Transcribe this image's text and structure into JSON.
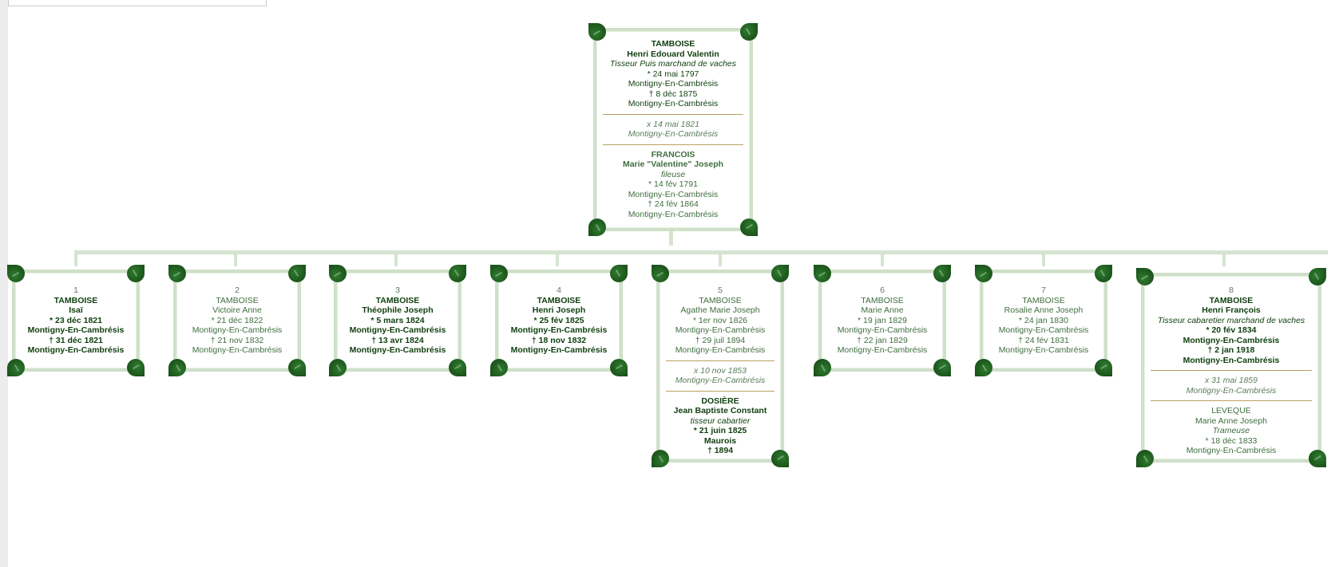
{
  "parents": {
    "husband": {
      "surname": "TAMBOISE",
      "given": "Henri Edouard Valentin",
      "occupation": "Tisseur Puis marchand de vaches",
      "birth": "* 24 mai 1797",
      "birth_place": "Montigny-En-Cambrésis",
      "death": "† 8 déc 1875",
      "death_place": "Montigny-En-Cambrésis"
    },
    "marriage": {
      "date": "x 14 mai 1821",
      "place": "Montigny-En-Cambrésis"
    },
    "wife": {
      "surname": "FRANCOIS",
      "given": "Marie \"Valentine\" Joseph",
      "occupation": "fileuse",
      "birth": "* 14 fév 1791",
      "birth_place": "Montigny-En-Cambrésis",
      "death": "† 24 fév 1864",
      "death_place": "Montigny-En-Cambrésis"
    }
  },
  "children": [
    {
      "num": "1",
      "surname": "TAMBOISE",
      "given": "Isaï",
      "birth": "* 23 déc 1821",
      "birth_place": "Montigny-En-Cambrésis",
      "death": "† 31 déc 1821",
      "death_place": "Montigny-En-Cambrésis"
    },
    {
      "num": "2",
      "surname": "TAMBOISE",
      "given": "Victoire Anne",
      "birth": "* 21 déc 1822",
      "birth_place": "Montigny-En-Cambrésis",
      "death": "† 21 nov 1832",
      "death_place": "Montigny-En-Cambrésis"
    },
    {
      "num": "3",
      "surname": "TAMBOISE",
      "given": "Théophile Joseph",
      "birth": "* 5 mars 1824",
      "birth_place": "Montigny-En-Cambrésis",
      "death": "† 13 avr 1824",
      "death_place": "Montigny-En-Cambrésis"
    },
    {
      "num": "4",
      "surname": "TAMBOISE",
      "given": "Henri Joseph",
      "birth": "* 25 fév 1825",
      "birth_place": "Montigny-En-Cambrésis",
      "death": "† 18 nov 1832",
      "death_place": "Montigny-En-Cambrésis"
    },
    {
      "num": "5",
      "surname": "TAMBOISE",
      "given": "Agathe Marie Joseph",
      "birth": "* 1er nov 1826",
      "birth_place": "Montigny-En-Cambrésis",
      "death": "† 29 juil 1894",
      "death_place": "Montigny-En-Cambrésis",
      "marriage": {
        "date": "x 10 nov 1853",
        "place": "Montigny-En-Cambrésis"
      },
      "spouse": {
        "surname": "DOSIÈRE",
        "given": "Jean Baptiste Constant",
        "occupation": "tisseur cabartier",
        "birth": "* 21 juin 1825",
        "birth_place": "Maurois",
        "death": "† 1894"
      }
    },
    {
      "num": "6",
      "surname": "TAMBOISE",
      "given": "Marie Anne",
      "birth": "* 19 jan 1829",
      "birth_place": "Montigny-En-Cambrésis",
      "death": "† 22 jan 1829",
      "death_place": "Montigny-En-Cambrésis"
    },
    {
      "num": "7",
      "surname": "TAMBOISE",
      "given": "Rosalie Anne Joseph",
      "birth": "* 24 jan 1830",
      "birth_place": "Montigny-En-Cambrésis",
      "death": "† 24 fév 1831",
      "death_place": "Montigny-En-Cambrésis"
    },
    {
      "num": "8",
      "surname": "TAMBOISE",
      "given": "Henri François",
      "occupation": "Tisseur cabaretier marchand de vaches",
      "birth": "* 20 fév 1834",
      "birth_place": "Montigny-En-Cambrésis",
      "death": "† 2 jan 1918",
      "death_place": "Montigny-En-Cambrésis",
      "marriage": {
        "date": "x 31 mai 1859",
        "place": "Montigny-En-Cambrésis"
      },
      "spouse": {
        "surname": "LEVEQUE",
        "given": "Marie Anne Joseph",
        "occupation": "Trameuse",
        "birth": "* 18 déc 1833",
        "birth_place": "Montigny-En-Cambrésis"
      }
    }
  ],
  "colors": {
    "card_border": "#cfe0c9",
    "connector": "#d5e4d0",
    "leaf": "#1f5a1f",
    "separator": "#b8a060"
  }
}
